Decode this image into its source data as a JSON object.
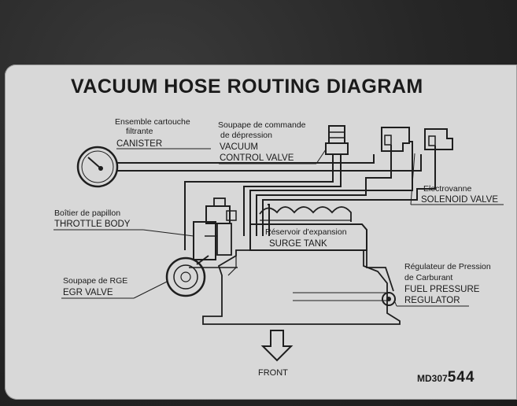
{
  "title": "VACUUM HOSE ROUTING DIAGRAM",
  "components": {
    "canister": {
      "fr1": "Ensemble cartouche",
      "fr2": "filtrante",
      "en": "CANISTER"
    },
    "vacuum_control_valve": {
      "fr1": "Soupape de commande",
      "fr2": "de dépression",
      "en1": "VACUUM",
      "en2": "CONTROL VALVE"
    },
    "solenoid_valve": {
      "fr": "Electrovanne",
      "en": "SOLENOID VALVE"
    },
    "throttle_body": {
      "fr": "Boîtier de papillon",
      "en": "THROTTLE BODY"
    },
    "surge_tank": {
      "fr": "Réservoir d'expansion",
      "en": "SURGE TANK"
    },
    "egr_valve": {
      "fr": "Soupape de RGE",
      "en": "EGR VALVE"
    },
    "fuel_pressure_regulator": {
      "fr1": "Régulateur de Pression",
      "fr2": "de Carburant",
      "en1": "FUEL PRESSURE",
      "en2": "REGULATOR"
    }
  },
  "front_label": "FRONT",
  "part_number": {
    "prefix": "MD307",
    "suffix": "544"
  },
  "colors": {
    "label_bg": "#d8d8d8",
    "ink": "#1a1a1a",
    "photo_bg": "#262626"
  }
}
